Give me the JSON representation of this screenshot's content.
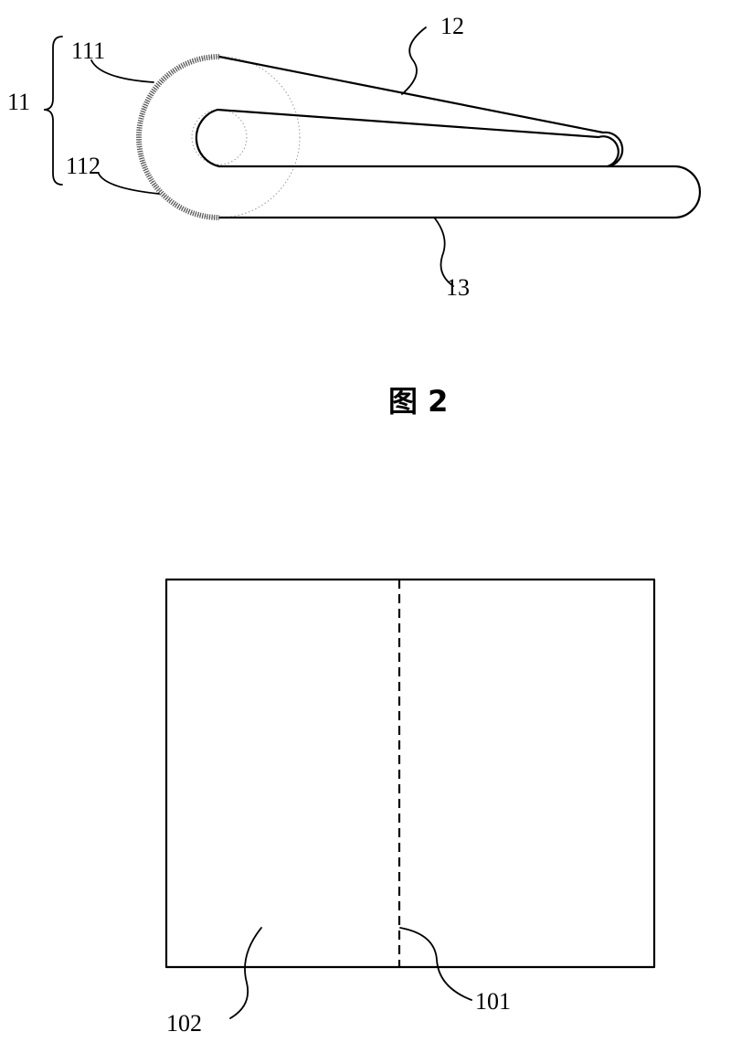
{
  "figure_2": {
    "caption": "图 2",
    "labels": {
      "group": "11",
      "upper_part": "111",
      "lower_part": "112",
      "upper_arm": "12",
      "lower_arm": "13"
    }
  },
  "figure_3": {
    "labels": {
      "fold_line": "101",
      "sheet": "102"
    }
  }
}
